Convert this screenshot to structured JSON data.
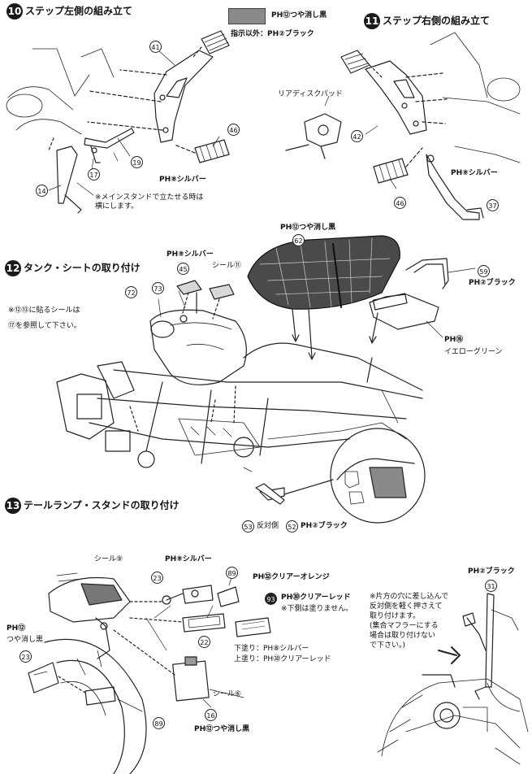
{
  "steps": [
    {
      "number": "10",
      "title": "ステップ左側の組み立て"
    },
    {
      "number": "11",
      "title": "ステップ右側の組み立て"
    },
    {
      "number": "12",
      "title": "タンク・シートの取り付け"
    },
    {
      "number": "13",
      "title": "テールランプ・スタンドの取り付け"
    }
  ],
  "legend": {
    "line1": "PH⑫つや消し黒",
    "line2": "指示以外：PH②ブラック"
  },
  "labels": {
    "s10_silver": "PH⑧シルバー",
    "s10_note": "※メインスタンドで立たせる時は\n横にします。",
    "s11_caliper": "リアディスクパッド",
    "s11_silver": "PH⑧シルバー",
    "s12_seat_paint": "PH⑫つや消し黒",
    "s12_silver": "PH⑧シルバー",
    "s12_seal": "シール⑪",
    "s12_black": "PH②ブラック",
    "s12_note_line1": "※⑫⑬に貼るシールは",
    "s12_note_line2": "⑰を参照して下さい。",
    "s12_yg_code": "PH⑯",
    "s12_yg": "イエローグリーン",
    "s12_opp": "反対側",
    "s12_opp_black": "PH②ブラック",
    "s13_seal9": "シール⑨",
    "s13_silver": "PH⑧シルバー",
    "s13_clear_orange": "PH㉜クリアーオレンジ",
    "s13_clear_red": "PH㉚クリアーレッド",
    "s13_below_note": "※下側は塗りません。",
    "s13_matte_code": "PH⑫",
    "s13_matte": "つや消し黒",
    "s13_under": "下塗り：PH⑧シルバー",
    "s13_over": "上塗り：PH㉚クリアーレッド",
    "s13_seal6": "シール⑥",
    "s13_bottom_matte": "PH⑫つや消し黒",
    "s13_black": "PH②ブラック",
    "s13_right_note": "※片方の穴に差し込んで\n反対側を軽く押さえて\n取り付けます。\n(集合マフラーにする\n場合は取り付けない\nで下さい。)"
  },
  "parts": {
    "p41": "41",
    "p46a": "46",
    "p19": "19",
    "p17": "17",
    "p14": "14",
    "p42": "42",
    "p46b": "46",
    "p37": "37",
    "p62": "62",
    "p45": "45",
    "p73": "73",
    "p72": "72",
    "p59": "59",
    "p53": "53",
    "p52": "52",
    "p23a": "23",
    "p89a": "89",
    "p93": "93",
    "p22": "22",
    "p23b": "23",
    "p89b": "89",
    "p16": "16",
    "p31": "31"
  }
}
